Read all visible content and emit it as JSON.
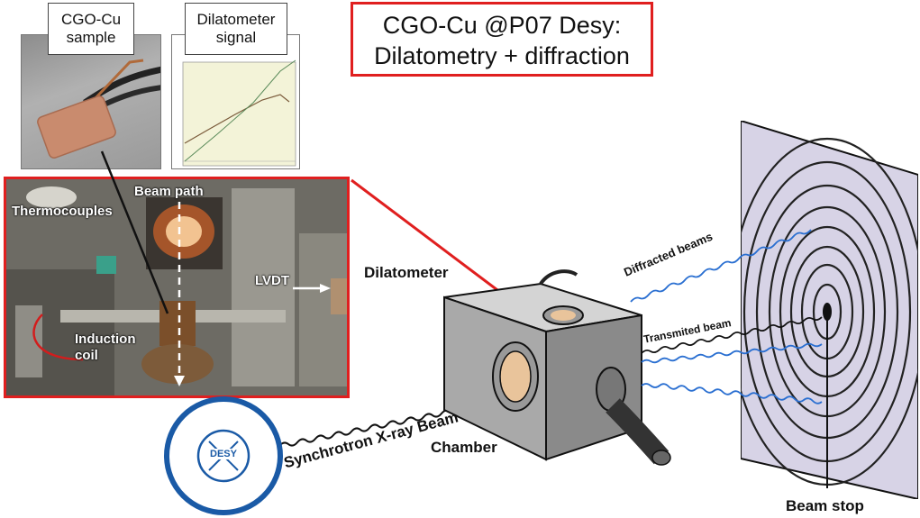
{
  "title": {
    "line1": "CGO-Cu @P07 Desy:",
    "line2": "Dilatometry + diffraction"
  },
  "insets": {
    "sample": {
      "line1": "CGO-Cu",
      "line2": "sample"
    },
    "dilatometer": {
      "line1": "Dilatometer",
      "line2": "signal"
    }
  },
  "photo_labels": {
    "beam_path": "Beam path",
    "thermocouples": "Thermocouples",
    "lvdt": "LVDT",
    "induction_line1": "Induction",
    "induction_line2": "coil"
  },
  "diagram_labels": {
    "dilatometer": "Dilatometer",
    "diffracted_beams": "Diffracted beams",
    "transmitted_beam": "Transmited beam",
    "synchrotron_beam": "Synchrotron X-ray Beam",
    "chamber": "Chamber",
    "beam_stop": "Beam stop"
  },
  "logo": {
    "text": "DESY",
    "color": "#1a5aa6"
  },
  "colors": {
    "highlight_red": "#e01f1f",
    "beam_blue": "#2a6fd1",
    "beam_black": "#111111"
  }
}
